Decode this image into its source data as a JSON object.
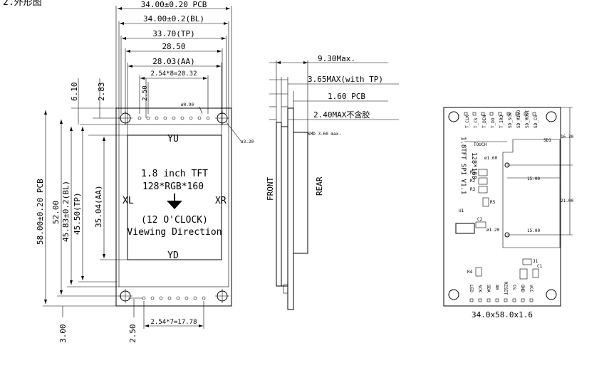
{
  "header": {
    "partial_label": "2.外形图"
  },
  "front": {
    "dims_top": [
      "34.00±0.20 PCB",
      "34.00±0.2(BL)",
      "33.70(TP)",
      "28.50",
      "28.03(AA)",
      "2.54*8=20.32"
    ],
    "dims_left": [
      "6.10",
      "2.83",
      "2.50"
    ],
    "dims_vertical": [
      "58.00±0.20 PCB",
      "52.00",
      "45.83±0.2(BL)",
      "45.50(TP)",
      "35.04(AA)"
    ],
    "dims_bottom": [
      "2.54*7=17.78",
      "3.00",
      "2.50"
    ],
    "hole_small": "ø0.90",
    "hole_large": "ø3.20",
    "screen_title": "1.8 inch TFT",
    "screen_res": "128*RGB*160",
    "screen_clock": "(12 O'CLOCK)",
    "screen_dir": "Viewing Direction",
    "side_top": "YU",
    "side_bottom": "YD",
    "side_left": "XL",
    "side_right": "XR"
  },
  "side": {
    "dims": [
      "9.30Max.",
      "3.65MAX(with TP)",
      "1.60 PCB",
      "2.40MAX不含胶",
      "SMD 3.60 max."
    ],
    "front_label": "FRONT",
    "rear_label": "REAR"
  },
  "back": {
    "pin_labels": [
      "T_CLK",
      "T_CS",
      "T_DIN",
      "T_DO",
      "T_IRQ",
      "SD_SCK",
      "SD_MISO",
      "SD_MOSI",
      "SD_CS"
    ],
    "touch": "TOUCH",
    "sd1": "SD1",
    "title1": "1.8TFT SPI V1.1",
    "title2": "128*160",
    "hole1": "ø1.60",
    "hole2": "ø1.20",
    "dim_1630": "16.30",
    "dim_2100": "21.00",
    "dim_1500a": "15.00",
    "dim_1500b": "15.00",
    "parts": [
      "R1",
      "R2",
      "R3",
      "R5",
      "U1",
      "C2",
      "J1",
      "C1",
      "R4"
    ],
    "bottom_pins": [
      "LED",
      "SCK",
      "SDA",
      "A0",
      "RESET",
      "CS",
      "GND",
      "VCC"
    ],
    "size": "34.0x58.0x1.6"
  }
}
